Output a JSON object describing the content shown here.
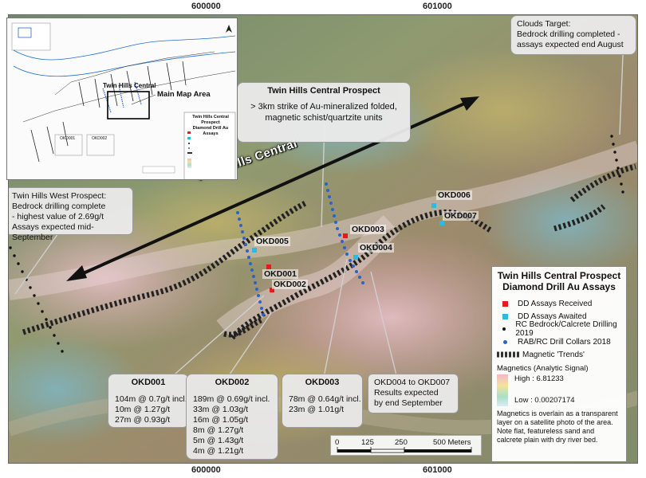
{
  "grid": {
    "top_labels": [
      "600000",
      "601000"
    ],
    "bottom_labels": [
      "600000",
      "601000"
    ]
  },
  "trend_label": "Twin Hills Central",
  "callouts": {
    "central": {
      "title": "Twin Hills Central Prospect",
      "text": "> 3km strike of Au-mineralized folded, magnetic schist/quartzite units"
    },
    "clouds": {
      "title": "Clouds Target:",
      "text": "Bedrock drilling completed - assays expected end August"
    },
    "west": {
      "title": "Twin Hills West Prospect:",
      "line1": "Bedrock drilling complete",
      "line2": "- highest value of 2.69g/t",
      "line3": "Assays expected mid-September"
    }
  },
  "holes": [
    {
      "id": "OKD001",
      "status": "received"
    },
    {
      "id": "OKD002",
      "status": "received"
    },
    {
      "id": "OKD003",
      "status": "received"
    },
    {
      "id": "OKD004",
      "status": "awaited"
    },
    {
      "id": "OKD005",
      "status": "awaited"
    },
    {
      "id": "OKD006",
      "status": "awaited"
    },
    {
      "id": "OKD007",
      "status": "awaited"
    }
  ],
  "assays": {
    "okd001": {
      "title": "OKD001",
      "rows": [
        "104m @ 0.7g/t incl.",
        "10m @ 1.27g/t",
        "27m @ 0.93g/t"
      ]
    },
    "okd002": {
      "title": "OKD002",
      "rows": [
        "189m @ 0.69g/t incl.",
        "33m @ 1.03g/t",
        "16m @ 1.05g/t",
        "8m @ 1.27g/t",
        "5m @ 1.43g/t",
        "4m @ 1.21g/t"
      ]
    },
    "okd003": {
      "title": "OKD003",
      "rows": [
        "78m @ 0.64g/t incl.",
        "23m @ 1.01g/t"
      ]
    },
    "okd004": {
      "line1": "OKD004 to OKD007",
      "line2": "Results expected",
      "line3": "by end September"
    }
  },
  "legend": {
    "title_line1": "Twin Hills Central Prospect",
    "title_line2": "Diamond Drill Au Assays",
    "items": [
      {
        "label": "DD Assays Received",
        "color": "#e41a1c"
      },
      {
        "label": "DD Assays Awaited",
        "color": "#2fb8e0"
      },
      {
        "label": "RC Bedrock/Calcrete Drilling 2019",
        "color": "#111111"
      },
      {
        "label": "RAB/RC Drill Collars 2018",
        "color": "#2b63c8"
      },
      {
        "label": "Magnetic 'Trends'",
        "color": "#333333"
      }
    ],
    "magnetics_title": "Magnetics (Analytic Signal)",
    "high": "High : 6.81233",
    "low": "Low : 0.00207174",
    "note": "Magnetics is overlain as a transparent layer on a satellite photo of the area. Note flat, featureless sand and calcrete plain with dry river bed."
  },
  "scale": {
    "ticks": [
      "0",
      "125",
      "250",
      "500 Meters"
    ]
  },
  "inset": {
    "main_map_label": "Main Map Area",
    "central_label": "Twin Hills Central",
    "title_line1": "Twin Hills Central Prospect",
    "title_line2": "Diamond Drill Au Assays",
    "hole_a": "OKD001",
    "hole_b": "OKD002"
  }
}
